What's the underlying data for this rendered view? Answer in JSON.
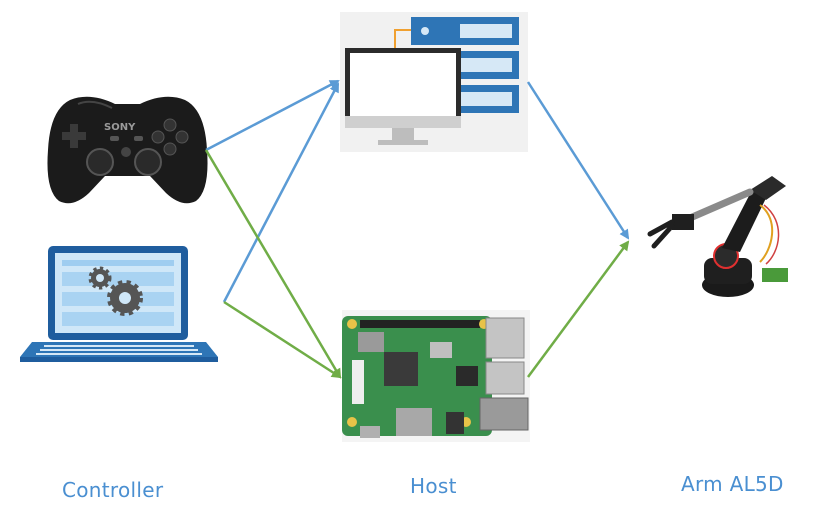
{
  "labels": {
    "controller": "Controller",
    "host": "Host",
    "arm": "Arm AL5D"
  },
  "gamepad_brand": "SONY",
  "colors": {
    "label_text": "#4a8fd1",
    "arrow_blue": "#5b9bd5",
    "arrow_green": "#70ad47",
    "server_blue": "#2e75b6",
    "board_green": "#3a8f4d",
    "laptop_screen": "#b8dcf5"
  },
  "icons": [
    "gamepad-icon",
    "laptop-settings-icon",
    "computer-server-icon",
    "raspberry-pi-board-icon",
    "robot-arm-icon"
  ]
}
